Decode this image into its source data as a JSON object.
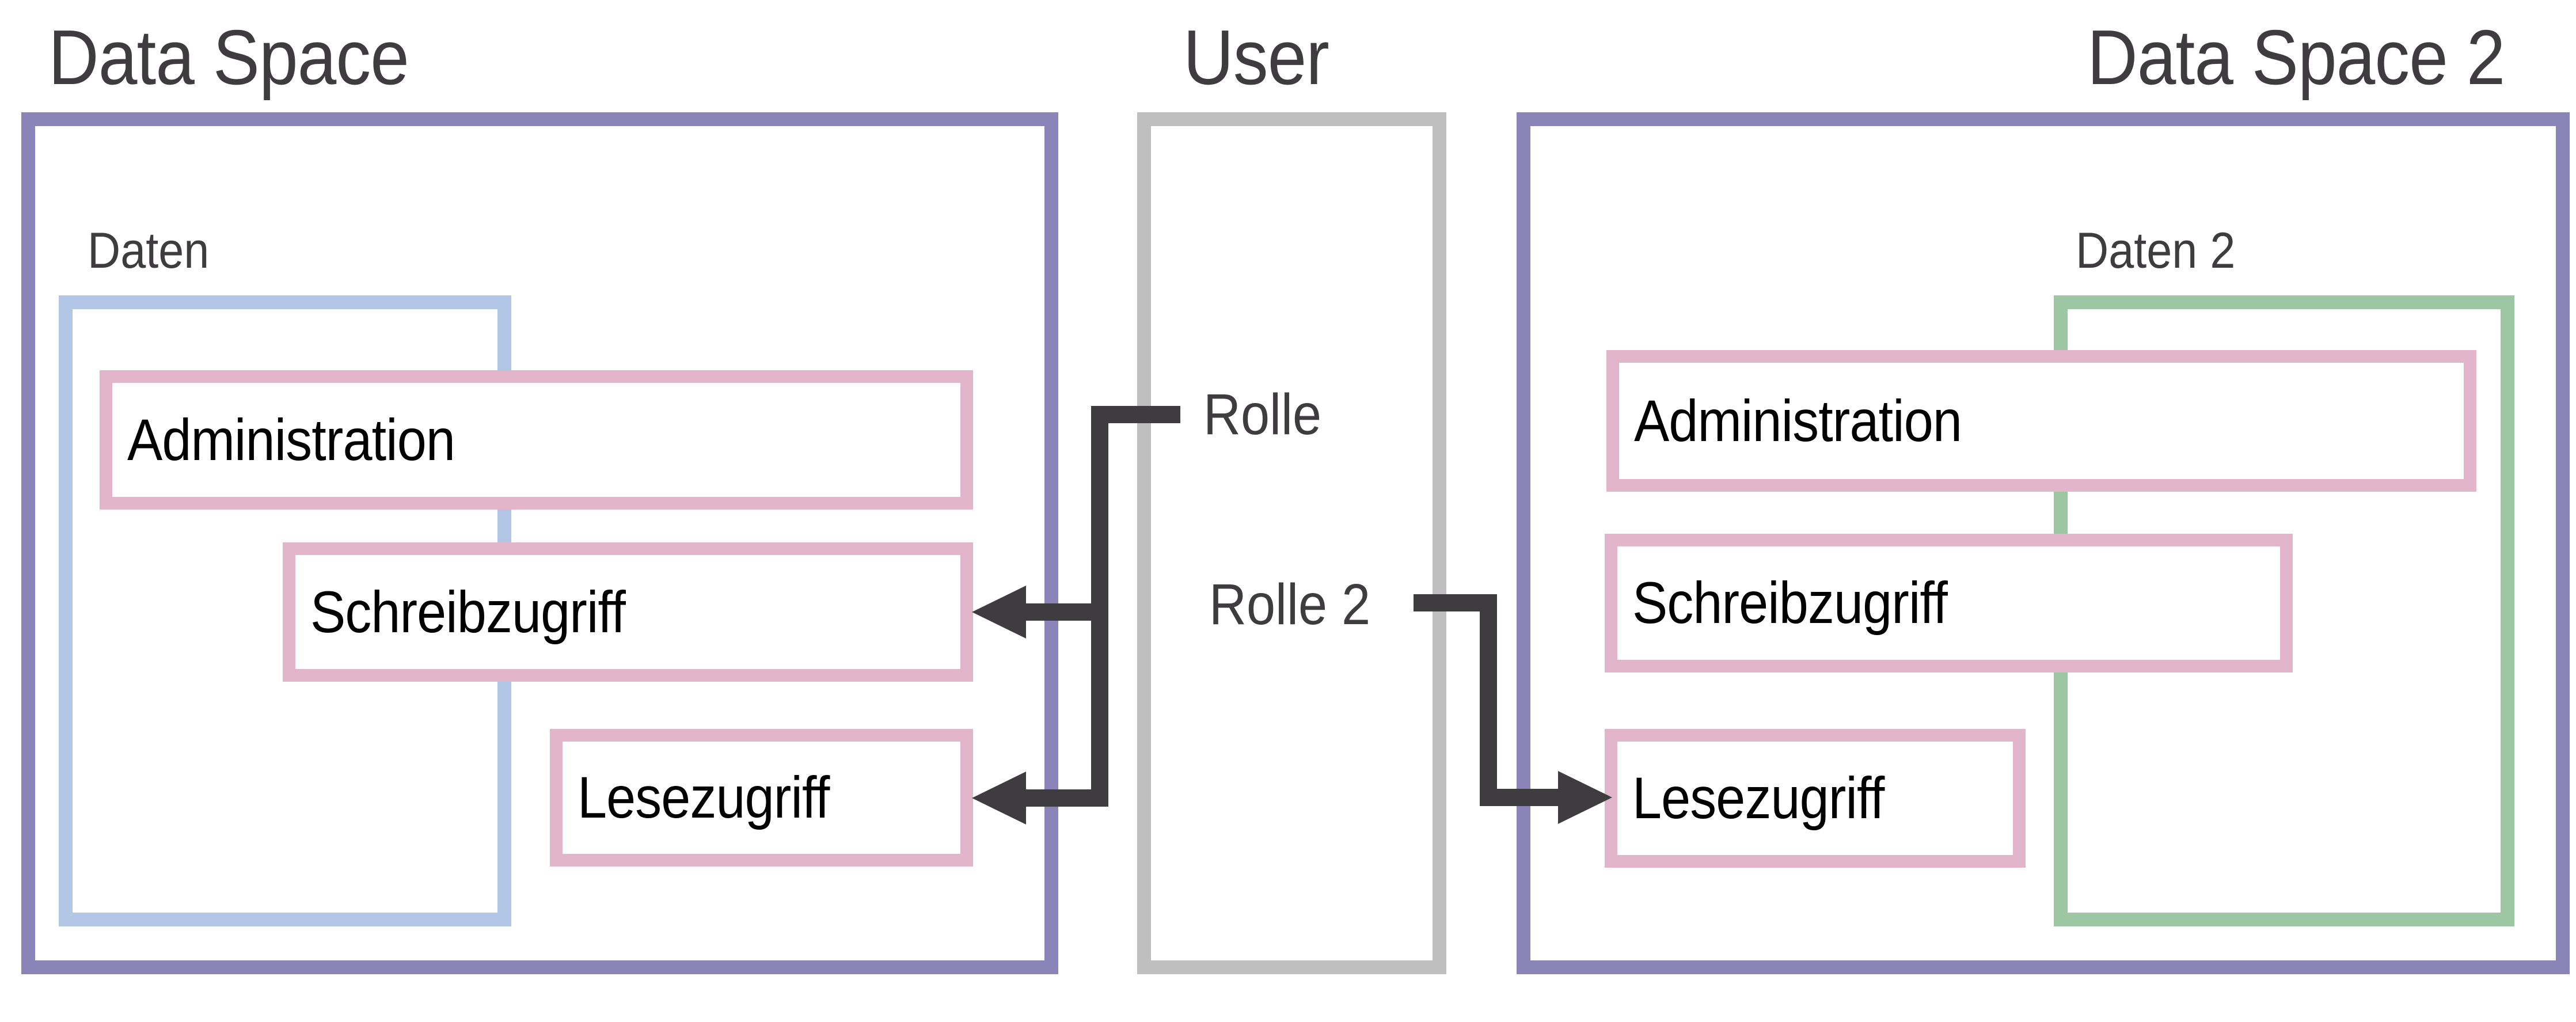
{
  "colors": {
    "purple": "#8b84b8",
    "gray": "#bfbfbf",
    "blue": "#b1c7e5",
    "green": "#9dc7a3",
    "pink": "#e3b5ca",
    "dark": "#3e3c3e",
    "text": "#000000",
    "background": "#ffffff"
  },
  "titles": {
    "left": "Data Space",
    "middle": "User",
    "right": "Data Space 2"
  },
  "left_space": {
    "data_label": "Daten",
    "permissions": [
      {
        "label": "Administration"
      },
      {
        "label": "Schreibzugriff"
      },
      {
        "label": "Lesezugriff"
      }
    ]
  },
  "user": {
    "roles": [
      {
        "label": "Rolle"
      },
      {
        "label": "Rolle 2"
      }
    ]
  },
  "right_space": {
    "data_label": "Daten 2",
    "permissions": [
      {
        "label": "Administration"
      },
      {
        "label": "Schreibzugriff"
      },
      {
        "label": "Lesezugriff"
      }
    ]
  }
}
